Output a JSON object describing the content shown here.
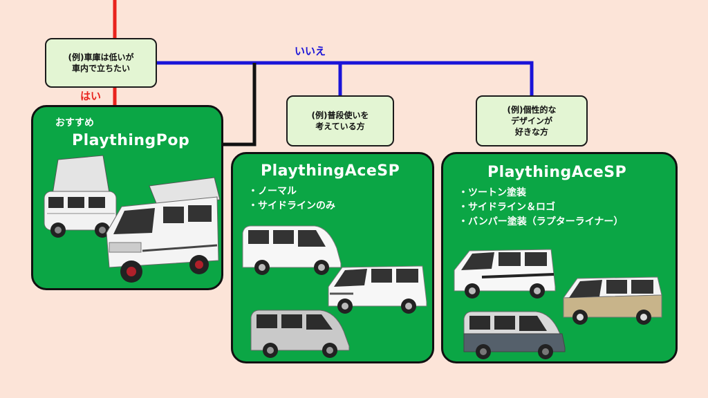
{
  "question_main": "(例)車庫は低いが\n車内で立ちたい",
  "yes_label": "はい",
  "no_label": "いいえ",
  "question_everyday": "(例)普段使いを\n考えている方",
  "question_design": "(例)個性的な\nデザインが\n好きな方",
  "card_pop": {
    "tag": "おすすめ",
    "title": "PlaythingPop"
  },
  "card_ace_normal": {
    "title": "PlaythingAceSP",
    "items": [
      "ノーマル",
      "サイドラインのみ"
    ]
  },
  "card_ace_design": {
    "title": "PlaythingAceSP",
    "items": [
      "ツートン塗装",
      "サイドライン＆ロゴ",
      "バンパー塗装（ラプターライナー）"
    ]
  },
  "colors": {
    "background": "#fce4d8",
    "card": "#0ba645",
    "question_box": "#e3f5d3",
    "yes_line": "#e8231d",
    "no_line": "#1a13d8",
    "connector": "#111111"
  }
}
